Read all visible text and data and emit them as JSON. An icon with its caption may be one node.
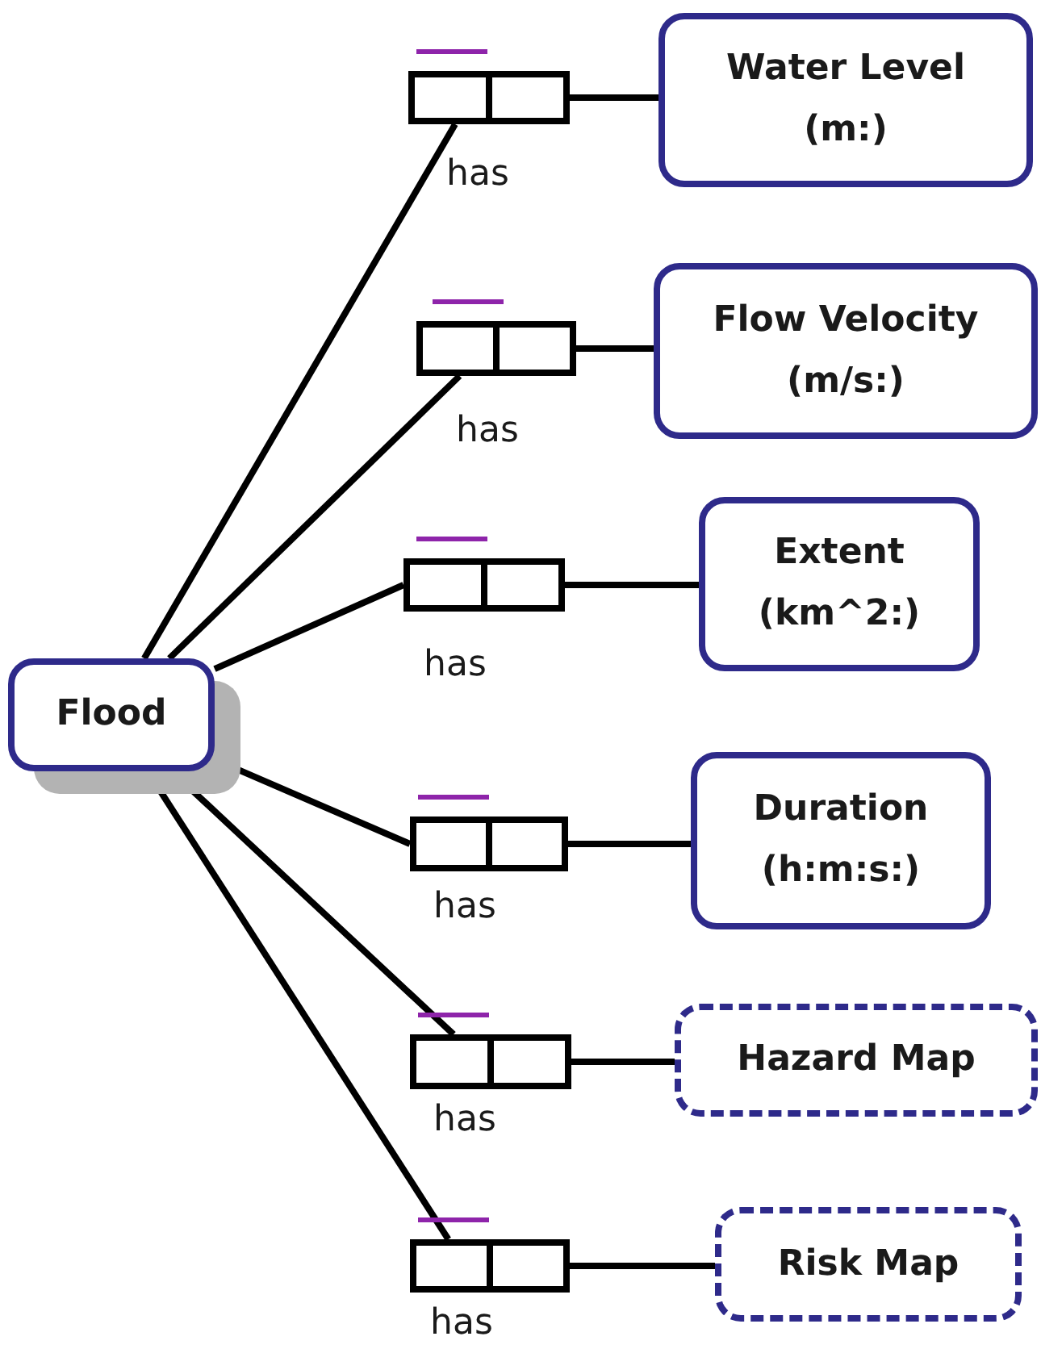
{
  "diagram": {
    "nodes": [
      {
        "text": [
          "Flood"
        ]
      },
      {
        "text": [],
        "shape": "box",
        "beside": [
          "has"
        ]
      },
      {
        "text": [
          "Water Level (m:)"
        ]
      },
      {
        "text": [],
        "shape": "box",
        "beside": [
          "has"
        ]
      },
      {
        "text": [
          "Flow Velocity (m/s:)"
        ]
      },
      {
        "text": [],
        "shape": "box",
        "beside": [
          "has"
        ]
      },
      {
        "text": [
          "Extent (km^2:)"
        ]
      },
      {
        "text": [],
        "shape": "box",
        "beside": [
          "has"
        ]
      },
      {
        "text": [
          "Duration (h:m:s:)"
        ]
      },
      {
        "text": [],
        "shape": "box",
        "beside": [
          "has"
        ]
      },
      {
        "text": [
          "Hazard Map"
        ]
      },
      {
        "text": [],
        "shape": "box",
        "beside": [
          "has"
        ]
      },
      {
        "text": [
          "Risk Map"
        ]
      }
    ],
    "edges": [
      {
        "from": 0,
        "to": 1,
        "arrow": "none"
      },
      {
        "from": 1,
        "to": 2,
        "arrow": "none"
      },
      {
        "from": 0,
        "to": 3,
        "arrow": "none"
      },
      {
        "from": 3,
        "to": 4,
        "arrow": "none"
      },
      {
        "from": 0,
        "to": 5,
        "arrow": "none"
      },
      {
        "from": 5,
        "to": 6,
        "arrow": "none"
      },
      {
        "from": 0,
        "to": 7,
        "arrow": "none"
      },
      {
        "from": 7,
        "to": 8,
        "arrow": "none"
      },
      {
        "from": 0,
        "to": 9,
        "arrow": "none"
      },
      {
        "from": 9,
        "to": 10,
        "arrow": "none"
      },
      {
        "from": 0,
        "to": 11,
        "arrow": "none"
      },
      {
        "from": 11,
        "to": 12,
        "arrow": "none"
      }
    ]
  }
}
